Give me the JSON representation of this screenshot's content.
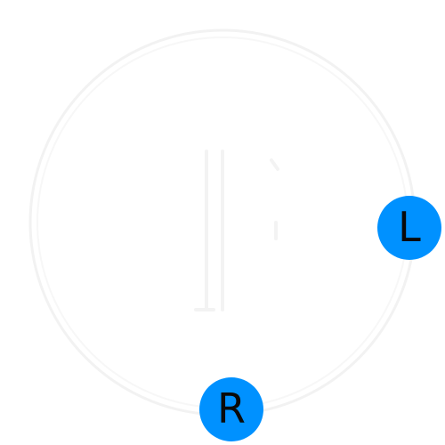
{
  "controls": {
    "left_handle": {
      "label": "L",
      "color": "#0091ff",
      "angle_deg": 0
    },
    "right_handle": {
      "label": "R",
      "color": "#0091ff",
      "angle_deg": 90
    }
  },
  "dial": {
    "icon": "b-letter-icon"
  }
}
